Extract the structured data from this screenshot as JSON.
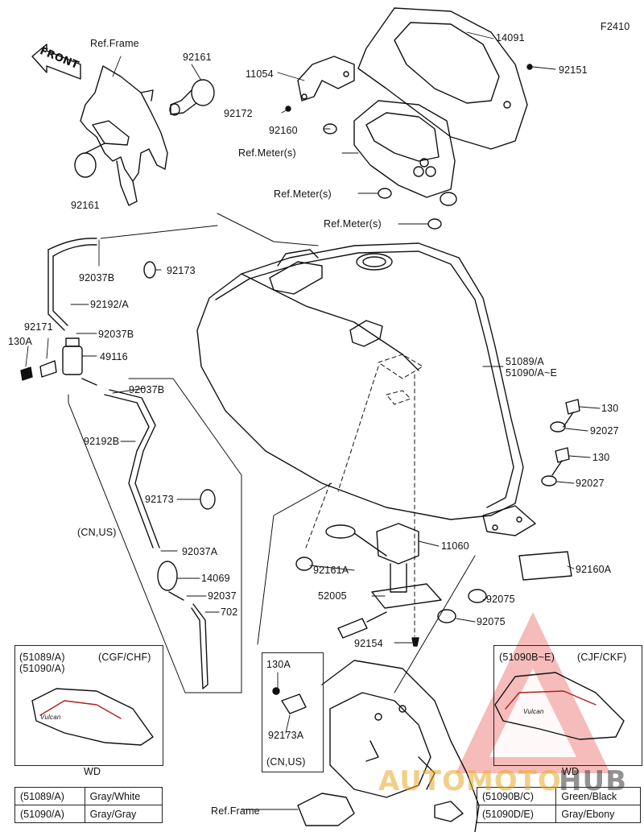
{
  "figure_code": "F2410",
  "front_label": "FRONT",
  "ref_labels": {
    "frame_top": "Ref.Frame",
    "frame_bottom": "Ref.Frame",
    "meter_1": "Ref.Meter(s)",
    "meter_2": "Ref.Meter(s)",
    "meter_3": "Ref.Meter(s)"
  },
  "parts": {
    "p92161_a": "92161",
    "p92161_b": "92161",
    "p11054": "11054",
    "p14091": "14091",
    "p92151": "92151",
    "p92172": "92172",
    "p92160": "92160",
    "p92037B_a": "92037B",
    "p92173_a": "92173",
    "p92192A": "92192/A",
    "p92171": "92171",
    "p130A_a": "130A",
    "p92037B_b": "92037B",
    "p49116": "49116",
    "p92037B_c": "92037B",
    "p92192B": "92192B",
    "p92173_b": "92173",
    "p92037A": "92037A",
    "p14069": "14069",
    "p92037": "92037",
    "p702": "702",
    "p51089A": "51089/A",
    "p51090AE": "51090/A~E",
    "p130_a": "130",
    "p92027_a": "92027",
    "p130_b": "130",
    "p92027_b": "92027",
    "p11060": "11060",
    "p92161A": "92161A",
    "p52005": "52005",
    "p92154": "92154",
    "p92160A": "92160A",
    "p92075_a": "92075",
    "p92075_b": "92075",
    "p130A_b": "130A",
    "p92173A": "92173A"
  },
  "cn_us_1": "(CN,US)",
  "cn_us_2": "(CN,US)",
  "inset_left": {
    "line1": "(51089/A)",
    "line2": "(51090/A)",
    "models": "(CGF/CHF)",
    "caption": "WD",
    "tank_text": "Vulcan"
  },
  "inset_right": {
    "line1": "(51090B~E)",
    "models": "(CJF/CKF)",
    "caption": "WD",
    "tank_text": "Vulcan"
  },
  "color_table_left": [
    [
      "(51089/A)",
      "Gray/White"
    ],
    [
      "(51090/A)",
      "Gray/Gray"
    ]
  ],
  "color_table_right": [
    [
      "(51090B/C)",
      "Green/Black"
    ],
    [
      "(51090D/E)",
      "Gray/Ebony"
    ]
  ],
  "watermark": {
    "part1": "AUTOMOTO",
    "part2": "HUB",
    "color_red": "#e8514f",
    "color_gold": "#e9a92a"
  }
}
